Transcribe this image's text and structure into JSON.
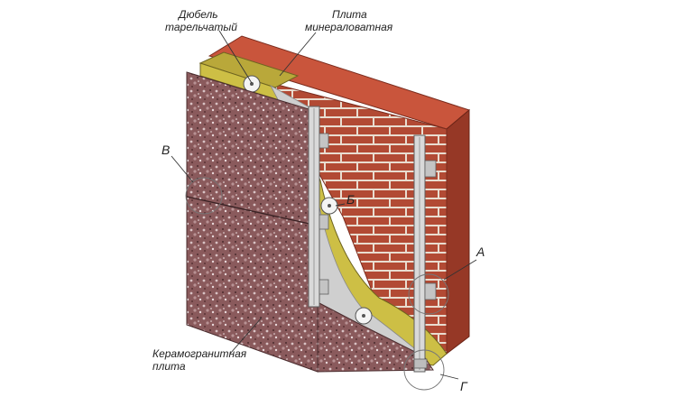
{
  "labels": {
    "dowel": [
      "Дюбель",
      "тарельчатый"
    ],
    "mineral_wool": [
      "Плита",
      "минераловатная"
    ],
    "porcelain_tile": [
      "Керамогранитная",
      "плита"
    ],
    "a": "А",
    "b": "Б",
    "v": "В",
    "g": "Г"
  },
  "colors": {
    "brick": "#b24a34",
    "mortar": "#e9ddd0",
    "insulation": "#cdbf45",
    "membrane": "#cfcfcf",
    "granite": "#8a5a5c",
    "rail": "#d9d9d9"
  }
}
